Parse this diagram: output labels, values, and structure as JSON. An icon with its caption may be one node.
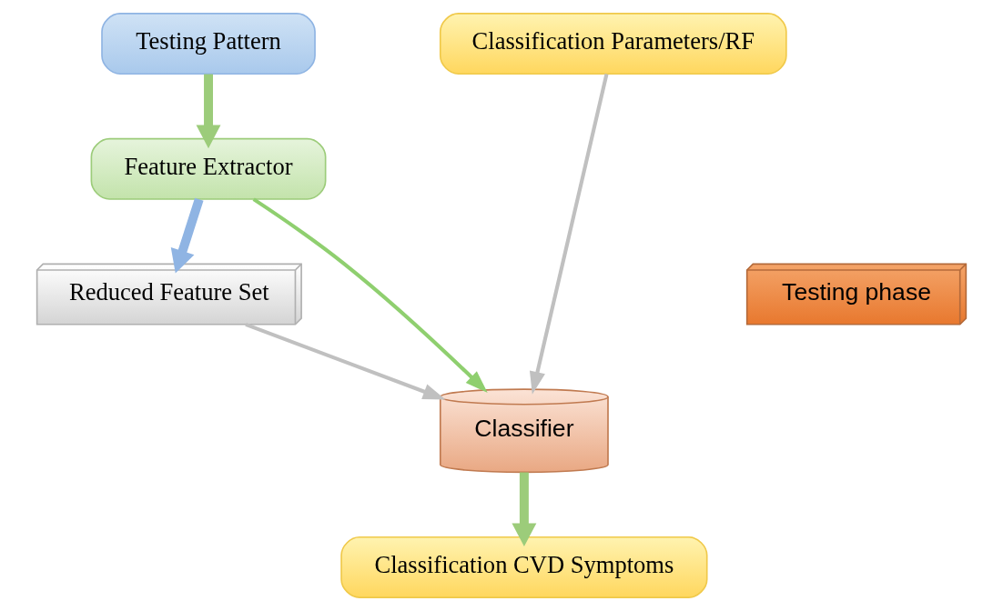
{
  "diagram": {
    "nodes": [
      {
        "text": [
          "Testing Pattern"
        ]
      },
      {
        "text": [
          "Classification Parameters/RF"
        ]
      },
      {
        "text": [
          "Feature Extractor"
        ]
      },
      {
        "text": [
          "Reduced Feature Set"
        ]
      },
      {
        "text": [
          "Classifier"
        ]
      },
      {
        "text": [
          "Testing phase"
        ]
      },
      {
        "text": [
          "Classification CVD Symptoms"
        ]
      }
    ],
    "edges": [
      {
        "from": 0,
        "to": 2,
        "arrow": "to",
        "style": "thick",
        "color": "#9ccc7a"
      },
      {
        "from": 2,
        "to": 3,
        "arrow": "to",
        "style": "thick",
        "color": "#8fb4e3"
      },
      {
        "from": 2,
        "to": 4,
        "arrow": "to",
        "color": "#8fcf6f"
      },
      {
        "from": 1,
        "to": 4,
        "arrow": "to",
        "color": "#c0c0c0"
      },
      {
        "from": 3,
        "to": 4,
        "arrow": "to",
        "color": "#c0c0c0"
      },
      {
        "from": 4,
        "to": 6,
        "arrow": "to",
        "style": "thick",
        "color": "#9ccc7a"
      }
    ]
  }
}
